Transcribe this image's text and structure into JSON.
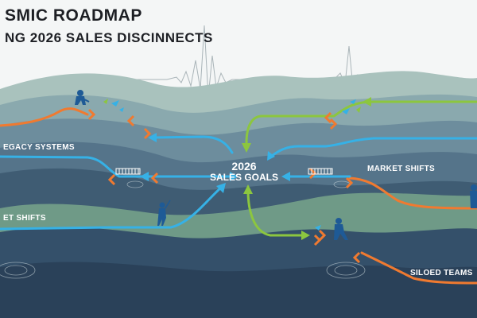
{
  "title": {
    "line1": "SMIC ROADMAP",
    "line2": "NG 2026 SALES DISCINNECTS"
  },
  "center": {
    "year": "2026",
    "label": "SALES GOALS"
  },
  "labels": {
    "legacy_systems": "EGACY SYSTEMS",
    "market_shifts_left": "ET SHIFTS",
    "market_shifts_right": "MARKET SHIFTS",
    "siloed_teams": "SILOED TEAMS"
  },
  "colors": {
    "orange": "#f07a30",
    "blue": "#36b1e6",
    "green": "#8cc63f",
    "figure": "#1e5a96"
  }
}
